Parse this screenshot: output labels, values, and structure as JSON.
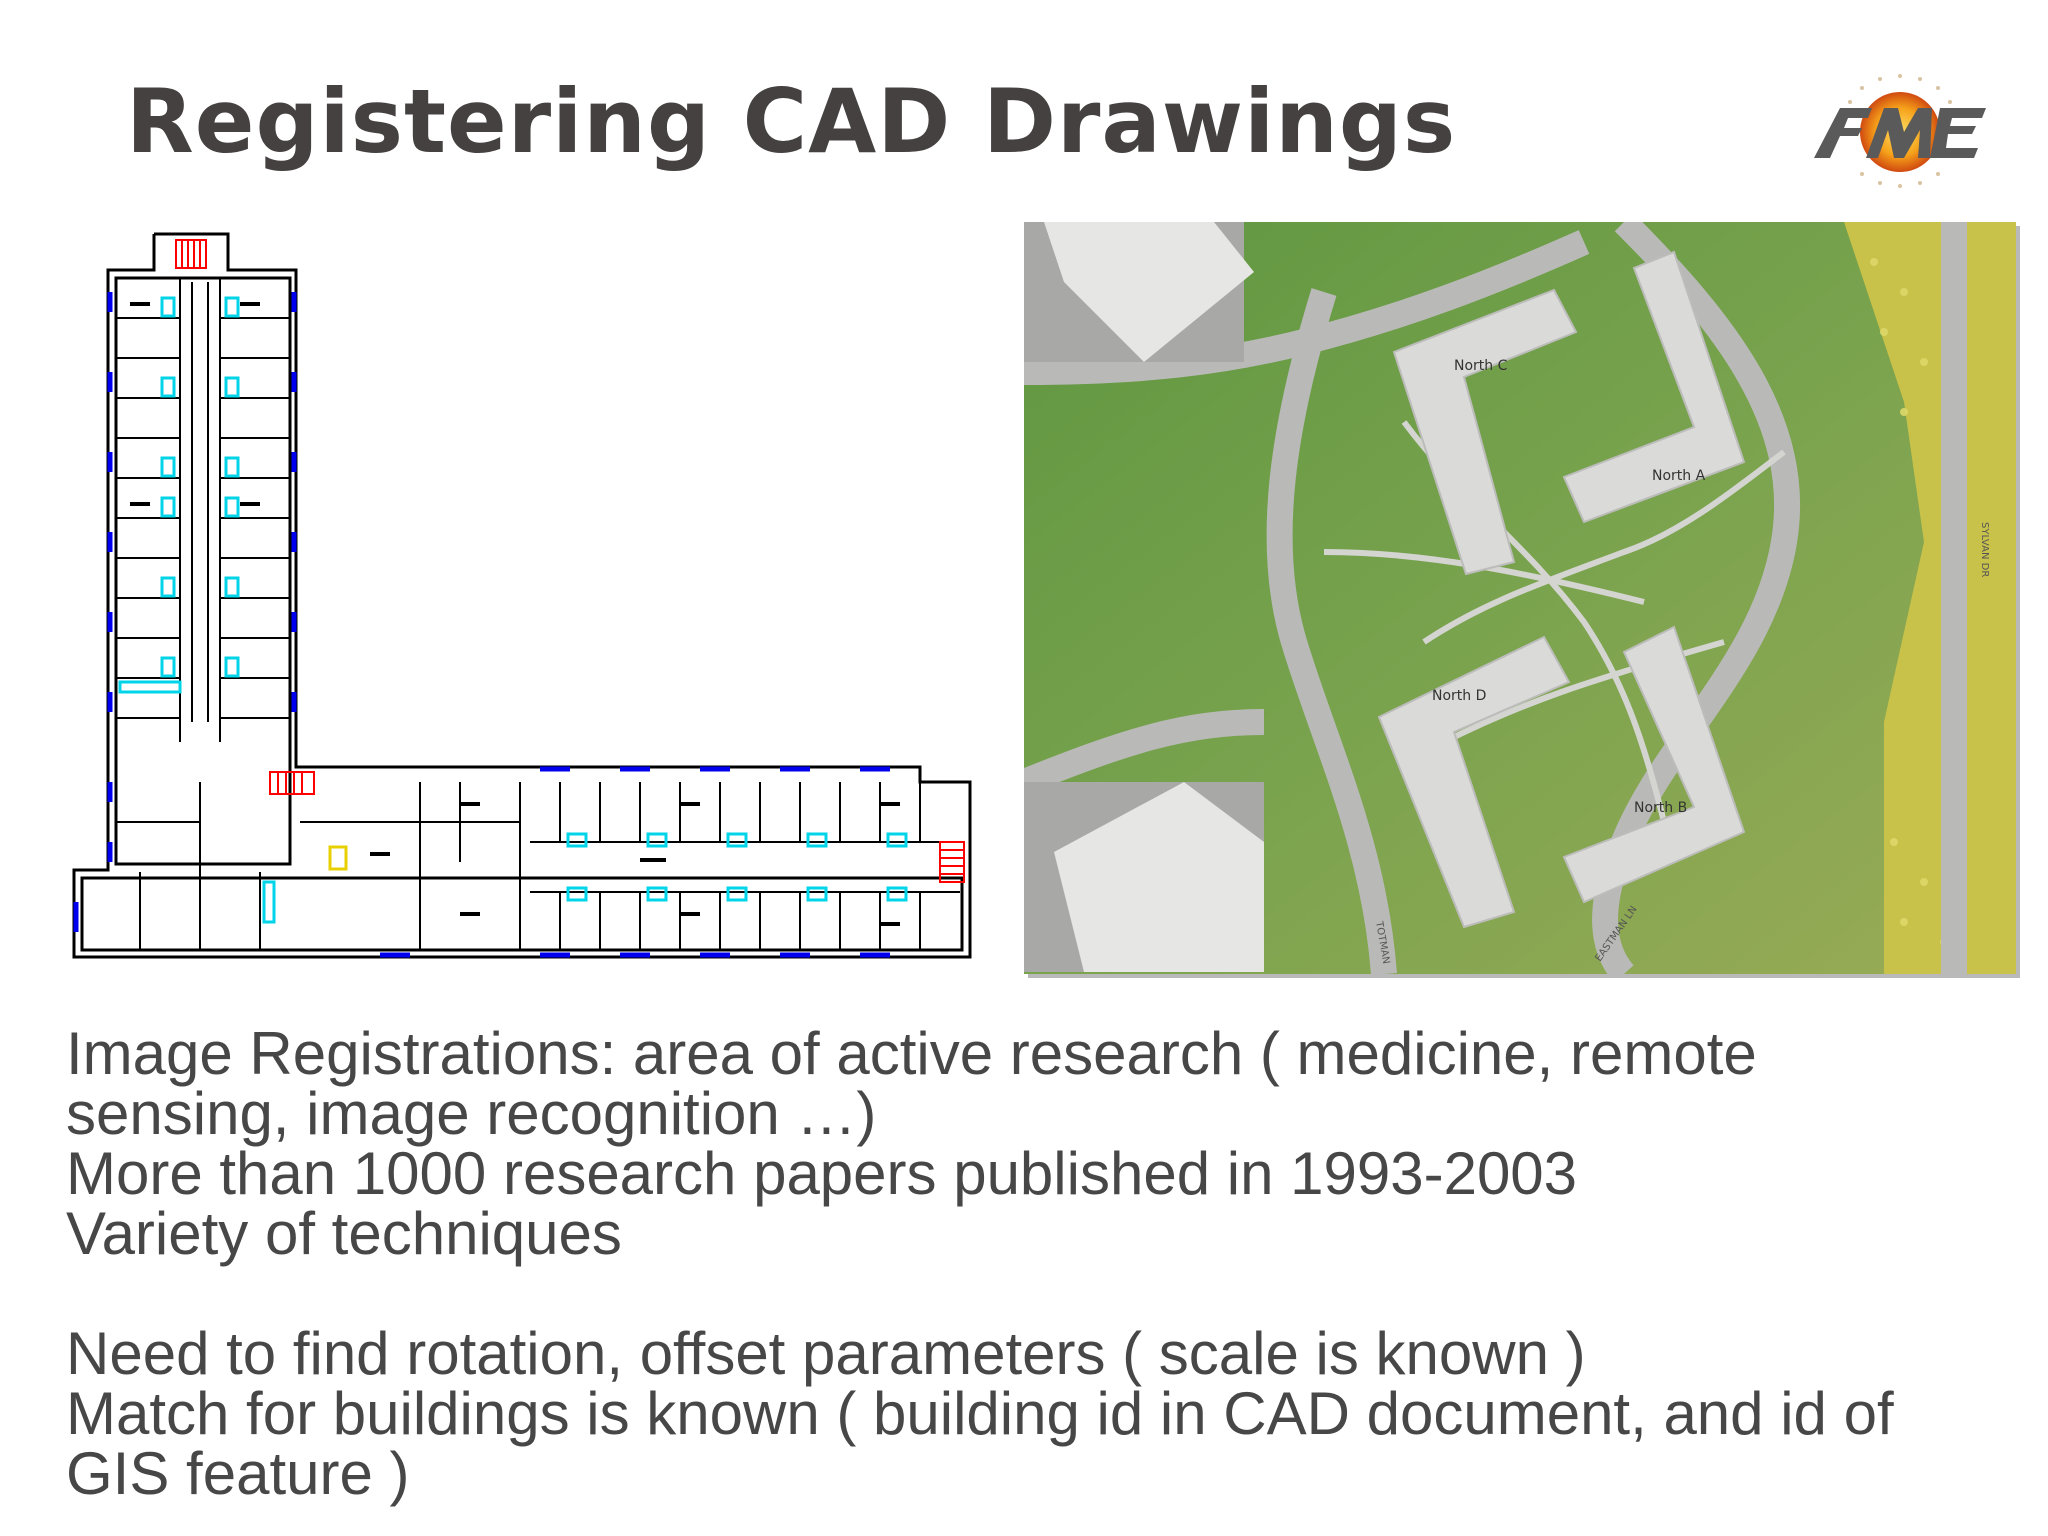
{
  "slide": {
    "title": "Registering CAD Drawings",
    "logo_text": "FME"
  },
  "figures": {
    "cad_plan": {
      "icon": "cad-floor-plan",
      "room_colors": {
        "walls": "#000000",
        "doors": "#00d4e8",
        "windows": "#0000ff",
        "stairs": "#ff0000"
      }
    },
    "gis_map": {
      "labels": {
        "north_a": "North A",
        "north_b": "North B",
        "north_c": "North C",
        "north_d": "North D",
        "sylvan": "SYLVAN DR",
        "eastman": "EASTMAN LN",
        "totman": "TOTMAN"
      }
    }
  },
  "bullets": {
    "line1": "Image Registrations: area of active research ( medicine, remote",
    "line2": "sensing, image recognition …)",
    "line3": "More than 1000 research papers published in 1993-2003",
    "line4": "Variety of techniques",
    "line5": "Need to find rotation, offset parameters ( scale is known )",
    "line6": "Match for buildings is known ( building id in CAD document, and id of",
    "line7": "GIS feature )"
  }
}
